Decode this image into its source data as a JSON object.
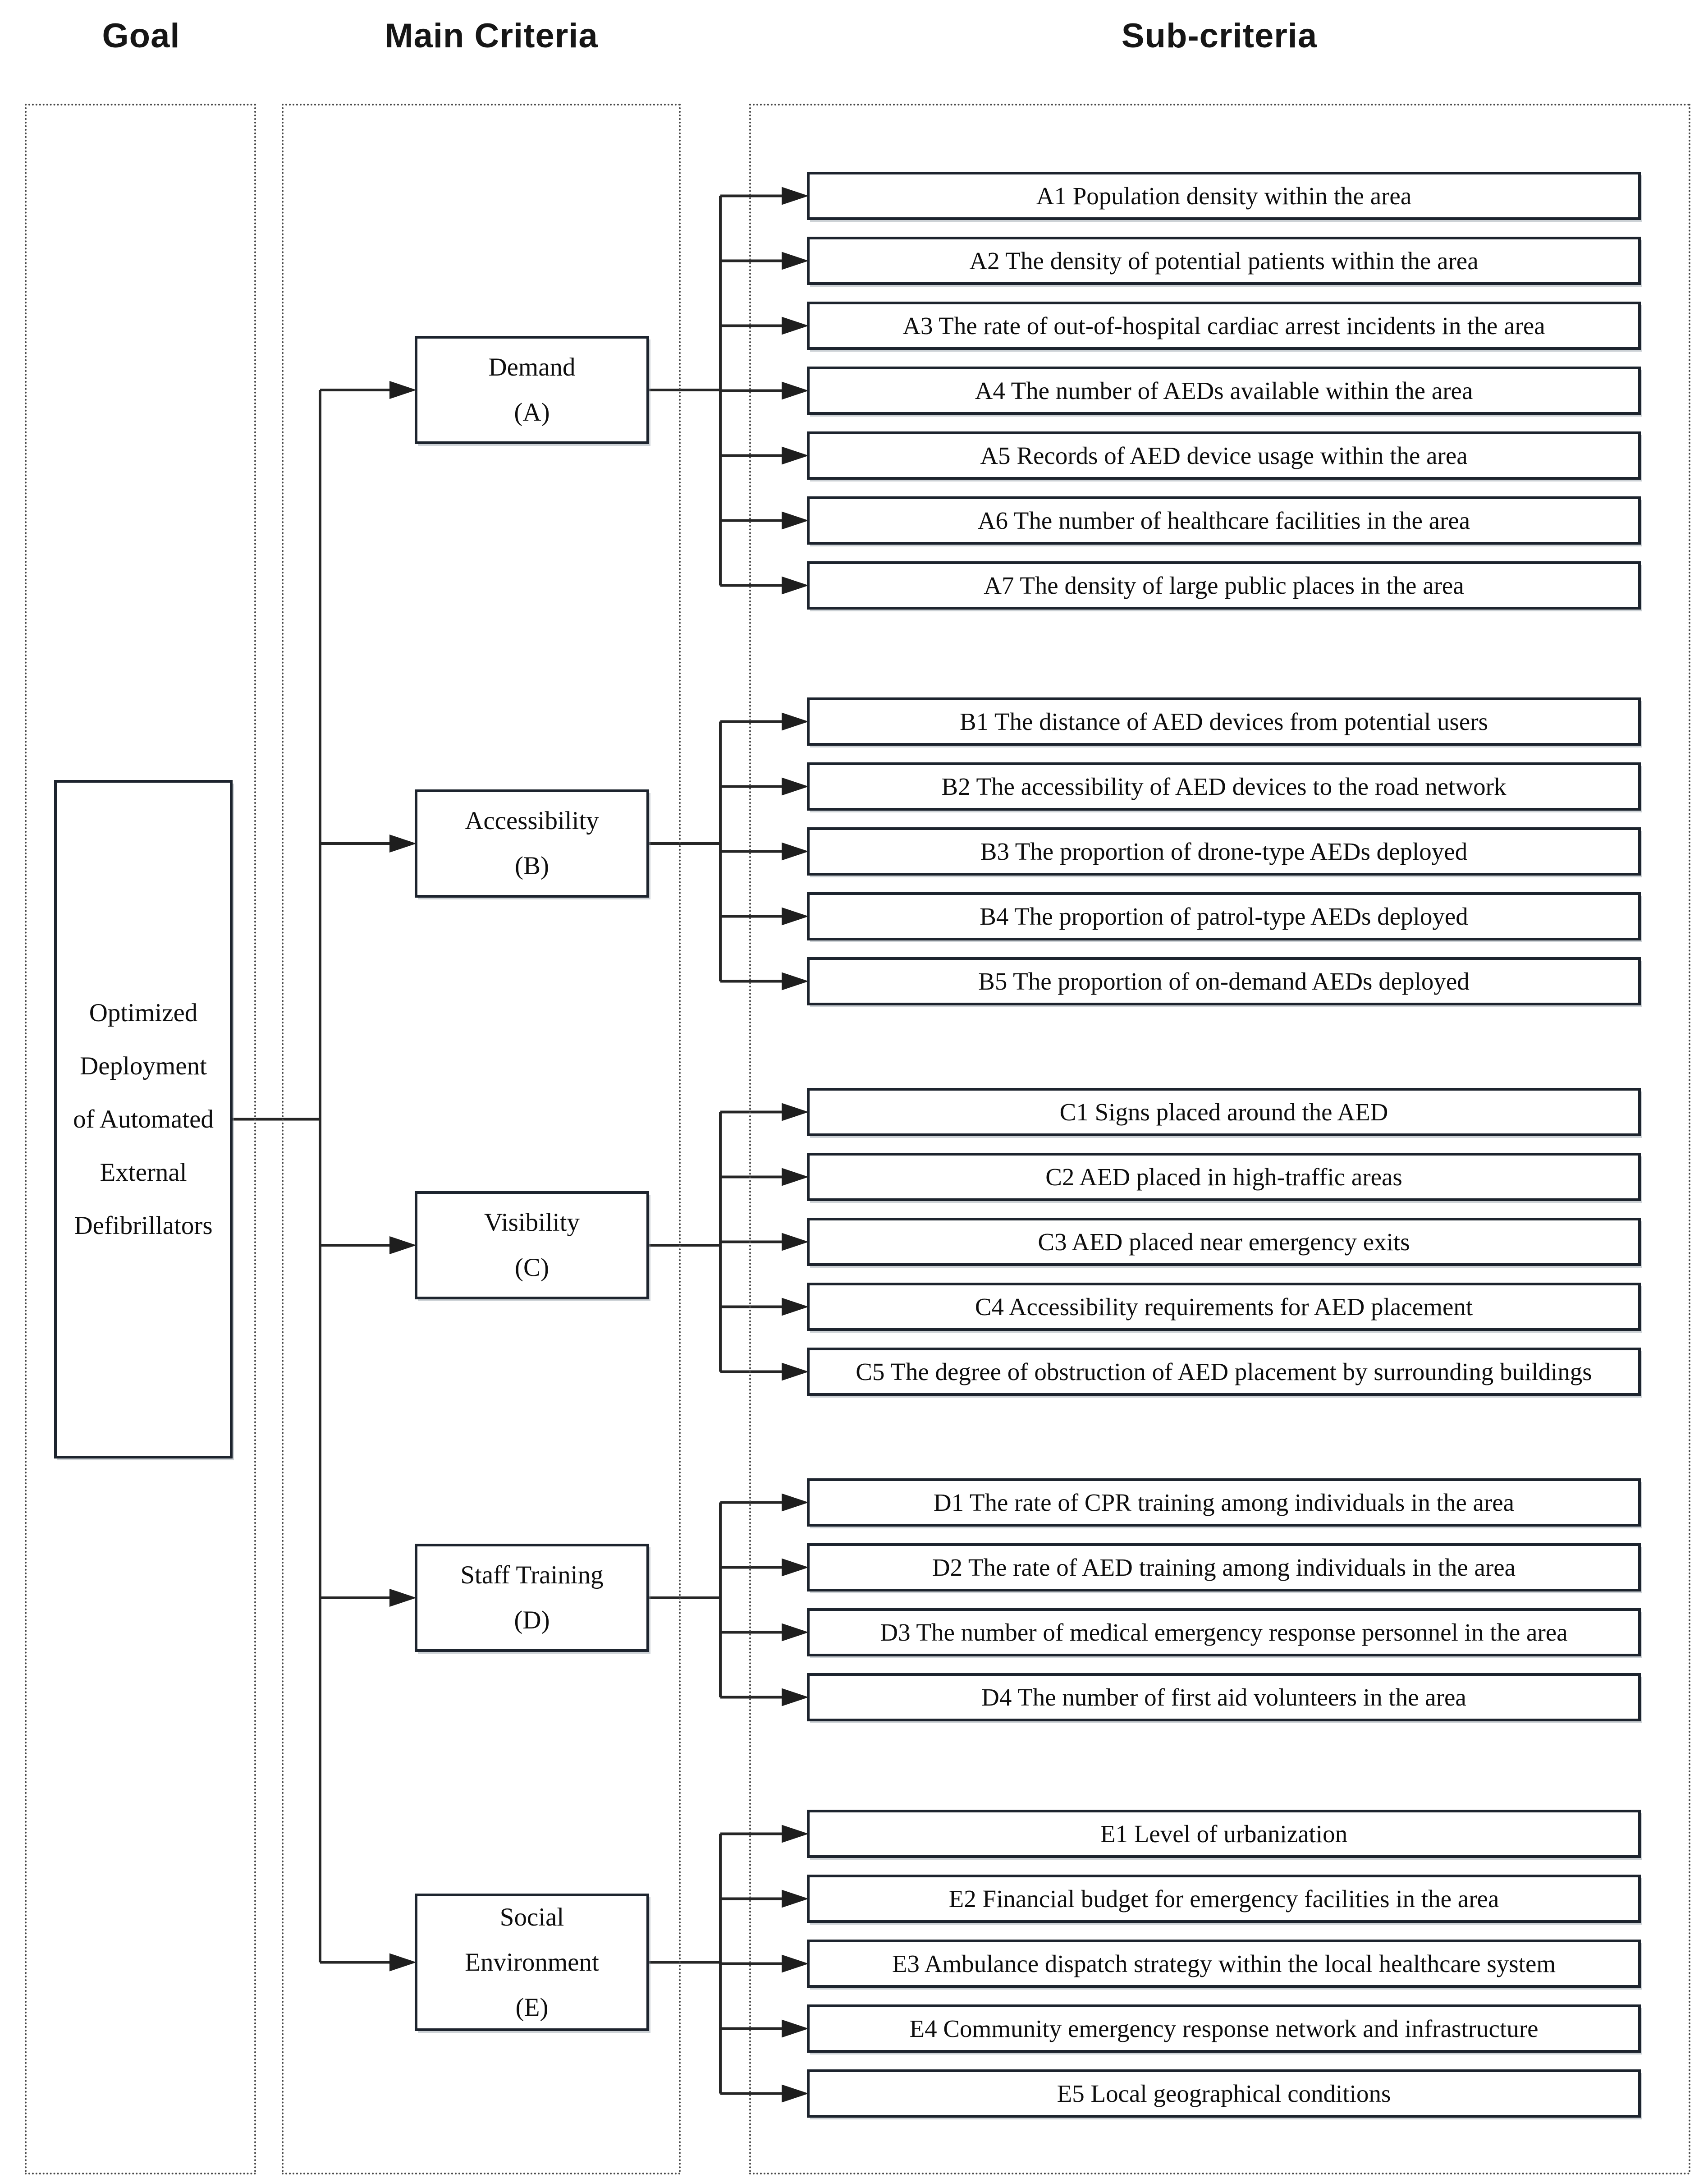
{
  "headers": {
    "goal": "Goal",
    "main": "Main Criteria",
    "sub": "Sub-criteria"
  },
  "goal": {
    "text": "Optimized Deployment of Automated External Defibrillators",
    "lines": [
      "Optimized",
      "Deployment",
      "of Automated",
      "External",
      "Defibrillators"
    ]
  },
  "criteria": [
    {
      "name": "Demand",
      "code": "(A)",
      "lines": [
        "Demand",
        "(A)"
      ],
      "sub": [
        "A1 Population density within the area",
        "A2 The density of potential patients within the area",
        "A3 The rate of out-of-hospital cardiac arrest incidents in the area",
        "A4 The number of AEDs available within the area",
        "A5 Records of AED device usage within the area",
        "A6 The number of healthcare facilities in the area",
        "A7 The density of large public places in the area"
      ]
    },
    {
      "name": "Accessibility",
      "code": "(B)",
      "lines": [
        "Accessibility",
        "(B)"
      ],
      "sub": [
        "B1 The distance of AED devices from potential users",
        "B2 The accessibility of AED devices to the road network",
        "B3 The proportion of drone-type AEDs deployed",
        "B4 The proportion of patrol-type AEDs deployed",
        "B5 The proportion of on-demand AEDs deployed"
      ]
    },
    {
      "name": "Visibility",
      "code": "(C)",
      "lines": [
        "Visibility",
        "(C)"
      ],
      "sub": [
        "C1 Signs placed around the AED",
        "C2 AED placed in high-traffic areas",
        "C3 AED placed near emergency exits",
        "C4 Accessibility requirements for AED placement",
        "C5 The degree of obstruction of AED placement by surrounding buildings"
      ]
    },
    {
      "name": "Staff Training",
      "code": "(D)",
      "lines": [
        "Staff Training",
        "(D)"
      ],
      "sub": [
        "D1 The rate of CPR training among individuals in the area",
        "D2 The rate of AED training among individuals in the area",
        "D3 The number of medical emergency response personnel in the area",
        "D4 The number of first aid volunteers in the area"
      ]
    },
    {
      "name": "Social Environment",
      "code": "(E)",
      "lines": [
        "Social",
        "Environment",
        "(E)"
      ],
      "sub": [
        "E1 Level of urbanization",
        "E2 Financial budget for emergency facilities in the area",
        "E3 Ambulance dispatch strategy within the local healthcare system",
        "E4 Community emergency response network and infrastructure",
        "E5 Local geographical conditions"
      ]
    }
  ],
  "colors": {
    "background": "#ffffff",
    "line": "#262626",
    "box_border": "#1d242e",
    "text": "#0e0e0e",
    "dotted_frame": "#474747"
  }
}
